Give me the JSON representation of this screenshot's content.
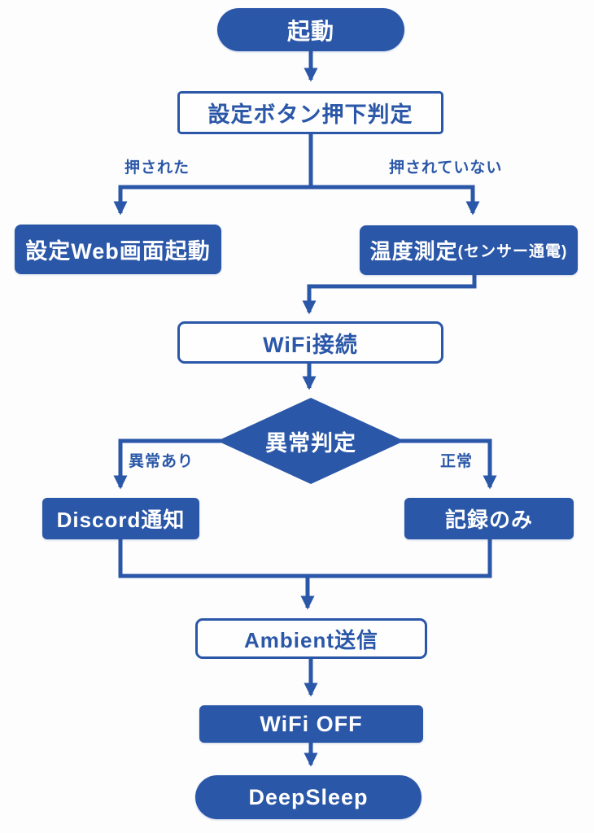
{
  "diagram": {
    "type": "flowchart",
    "colors": {
      "primary_blue": "#2A57A8",
      "node_text_on_fill": "#FFFFFF",
      "background": "#FDFDFD"
    },
    "nodes": {
      "start": {
        "label": "起動",
        "shape": "terminator-pill",
        "style": "filled"
      },
      "button_check": {
        "label": "設定ボタン押下判定",
        "shape": "process",
        "style": "outline"
      },
      "web_launch": {
        "label": "設定Web画面起動",
        "shape": "process",
        "style": "filled"
      },
      "temp_measure": {
        "label": "温度測定",
        "label_suffix": "(センサー通電)",
        "shape": "process",
        "style": "filled"
      },
      "wifi_connect": {
        "label": "WiFi接続",
        "shape": "process",
        "style": "outline"
      },
      "anomaly_check": {
        "label": "異常判定",
        "shape": "decision-diamond",
        "style": "filled"
      },
      "discord_notify": {
        "label": "Discord通知",
        "shape": "process",
        "style": "filled"
      },
      "record_only": {
        "label": "記録のみ",
        "shape": "process",
        "style": "filled"
      },
      "ambient_send": {
        "label": "Ambient送信",
        "shape": "process",
        "style": "outline"
      },
      "wifi_off": {
        "label": "WiFi OFF",
        "shape": "process",
        "style": "filled"
      },
      "deep_sleep": {
        "label": "DeepSleep",
        "shape": "terminator-pill",
        "style": "filled"
      }
    },
    "edge_labels": {
      "pressed": "押された",
      "not_pressed": "押されていない",
      "abnormal": "異常あり",
      "normal": "正常"
    }
  }
}
